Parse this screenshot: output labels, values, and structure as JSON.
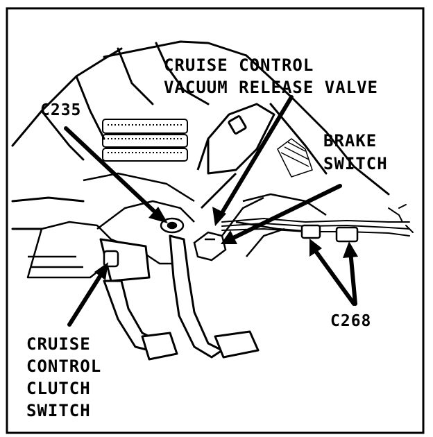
{
  "diagram": {
    "labels": {
      "cruise_vacuum_line1": "CRUISE CONTROL",
      "cruise_vacuum_line2": "VACUUM RELEASE VALVE",
      "c235": "C235",
      "brake_line1": "BRAKE",
      "brake_line2": "SWITCH",
      "c268": "C268",
      "clutch_line1": "CRUISE",
      "clutch_line2": "CONTROL",
      "clutch_line3": "CLUTCH",
      "clutch_line4": "SWITCH"
    }
  }
}
